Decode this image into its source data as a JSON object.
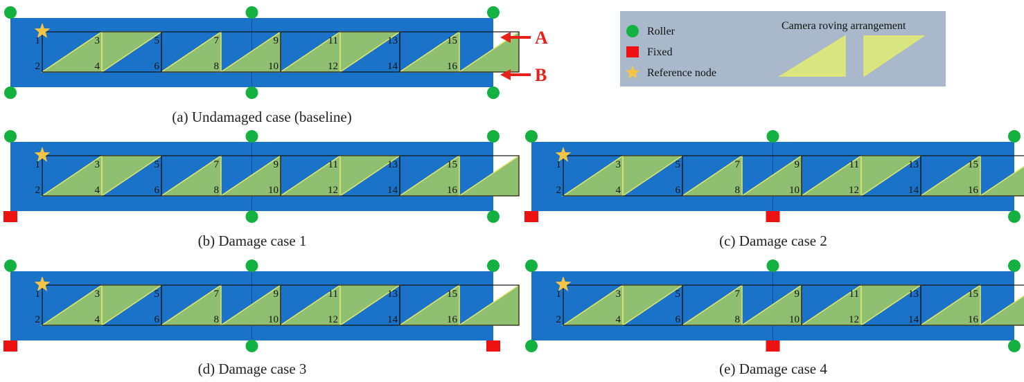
{
  "colors": {
    "beam": "#1a73c8",
    "roller": "#13b13f",
    "fixed": "#ee1111",
    "star": "#f6c445",
    "triangle_fill": "#8fbf70",
    "triangle_stroke": "#e6e86c",
    "legend_bg": "#a9b9cb",
    "arrow": "#e8201a"
  },
  "panels": [
    {
      "id": "a",
      "caption": "(a) Undamaged case (baseline)",
      "supports": [
        "roller",
        "roller",
        "roller",
        "roller",
        "roller",
        "roller"
      ],
      "arrow_labels": [
        "A",
        "B"
      ]
    },
    {
      "id": "b",
      "caption": "(b) Damage case 1",
      "supports": [
        "roller",
        "roller",
        "roller",
        "fixed",
        "roller",
        "roller"
      ]
    },
    {
      "id": "c",
      "caption": "(c) Damage case 2",
      "supports": [
        "roller",
        "roller",
        "roller",
        "fixed",
        "fixed",
        "roller"
      ]
    },
    {
      "id": "d",
      "caption": "(d) Damage case 3",
      "supports": [
        "roller",
        "roller",
        "roller",
        "fixed",
        "roller",
        "fixed"
      ]
    },
    {
      "id": "e",
      "caption": "(e) Damage case 4",
      "supports": [
        "roller",
        "roller",
        "roller",
        "roller",
        "fixed",
        "roller"
      ]
    }
  ],
  "node_labels": [
    "1",
    "2",
    "3",
    "4",
    "5",
    "6",
    "7",
    "8",
    "9",
    "10",
    "11",
    "12",
    "13",
    "14",
    "15",
    "16"
  ],
  "camera_arrangement": [
    "right",
    "left",
    "right",
    "right",
    "right",
    "left",
    "right",
    "right"
  ],
  "legend": {
    "title": "Camera roving arrangement",
    "items": [
      {
        "symbol": "roller",
        "label": "Roller"
      },
      {
        "symbol": "fixed",
        "label": "Fixed"
      },
      {
        "symbol": "star",
        "label": "Reference node"
      }
    ]
  }
}
